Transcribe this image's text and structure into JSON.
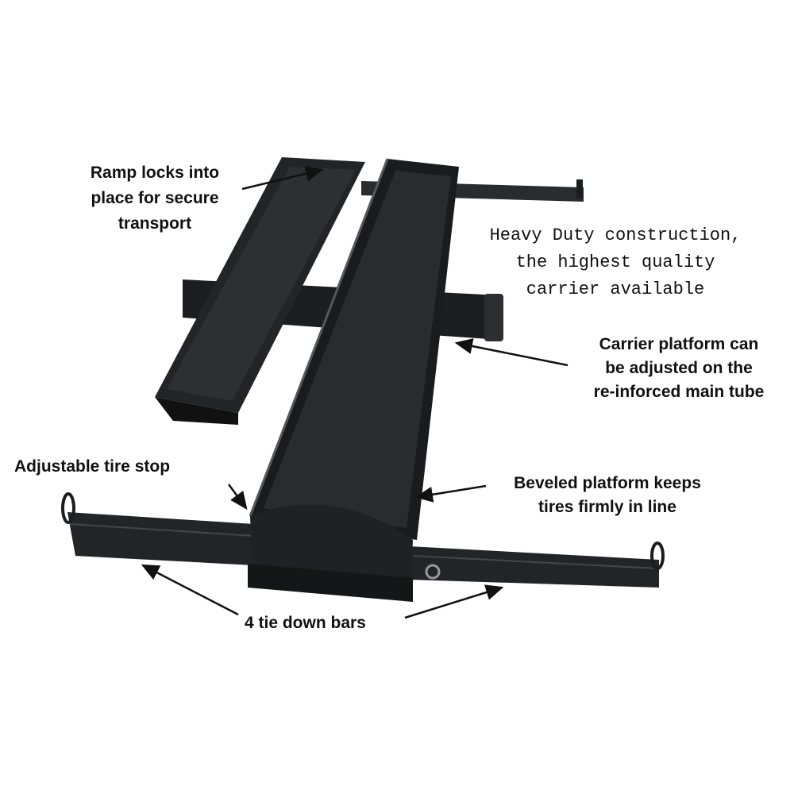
{
  "callouts": {
    "ramp_locks": [
      "Ramp locks into",
      "place for secure",
      "transport"
    ],
    "heavy_duty": [
      "Heavy Duty construction,",
      "the highest quality",
      "carrier available"
    ],
    "carrier_platform": [
      "Carrier platform can",
      "be adjusted on the",
      "re-inforced main tube"
    ],
    "tire_stop": "Adjustable tire stop",
    "beveled": [
      "Beveled platform keeps",
      "tires firmly in line"
    ],
    "tie_down": "4 tie down bars"
  },
  "colors": {
    "metal": "#1c1d20",
    "metal_highlight": "#3a3c40",
    "text": "#111111"
  }
}
